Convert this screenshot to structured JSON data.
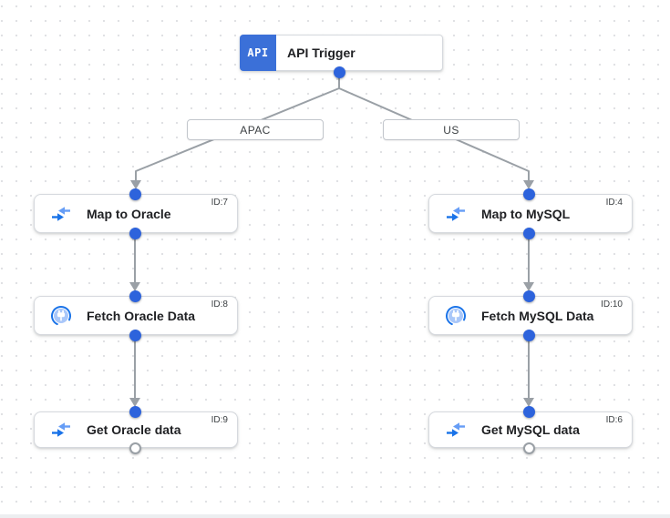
{
  "diagram": {
    "trigger": {
      "badge_label": "API",
      "title": "API Trigger"
    },
    "branch_labels": [
      {
        "label": "APAC"
      },
      {
        "label": "US"
      }
    ],
    "nodes": [
      {
        "title": "Map to Oracle",
        "id_label": "ID:7",
        "icon": "data-mapping-icon"
      },
      {
        "title": "Fetch Oracle Data",
        "id_label": "ID:8",
        "icon": "connector-icon"
      },
      {
        "title": "Get Oracle data",
        "id_label": "ID:9",
        "icon": "data-mapping-icon"
      },
      {
        "title": "Map to MySQL",
        "id_label": "ID:4",
        "icon": "data-mapping-icon"
      },
      {
        "title": "Fetch MySQL Data",
        "id_label": "ID:10",
        "icon": "connector-icon"
      },
      {
        "title": "Get MySQL data",
        "id_label": "ID:6",
        "icon": "data-mapping-icon"
      }
    ],
    "colors": {
      "accent_blue": "#2d63dc",
      "trigger_badge_blue": "#3b70d8",
      "edge_gray": "#9aa0a6",
      "icon_blue_dark": "#1a73e8",
      "icon_blue_light": "#669df6"
    }
  }
}
